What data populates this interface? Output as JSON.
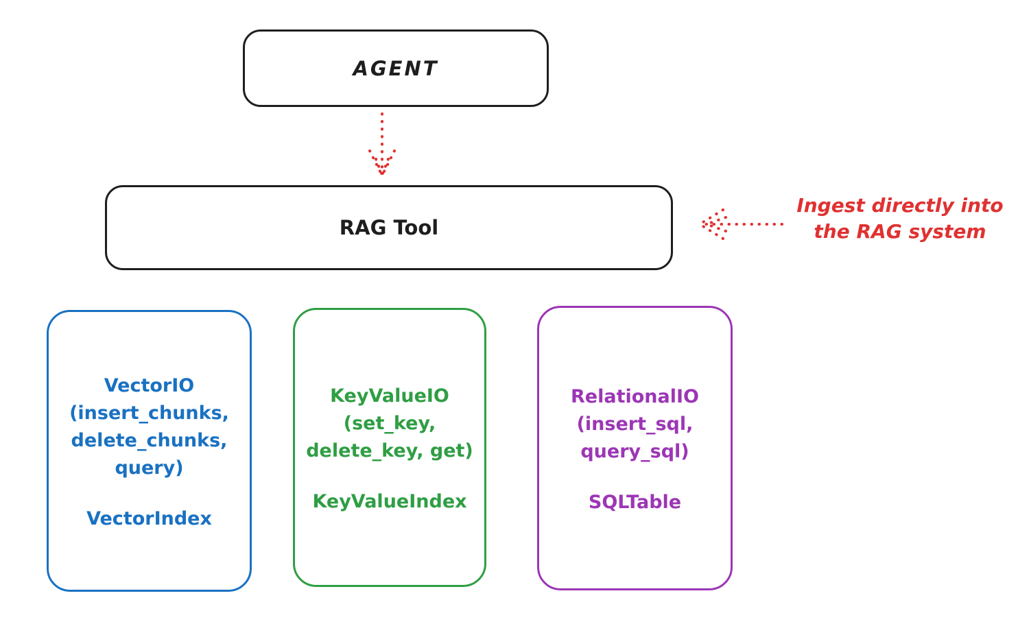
{
  "colors": {
    "ink": "#1e1e1e",
    "red": "#e03131",
    "blue": "#1971c2",
    "green": "#2f9e44",
    "purple": "#9c36b5",
    "background": "#ffffff"
  },
  "nodes": {
    "agent": {
      "label": "AGENT"
    },
    "rag_tool": {
      "label": "RAG Tool"
    }
  },
  "annotation": {
    "text": "Ingest directly into\nthe RAG system"
  },
  "io_boxes": [
    {
      "methods": "VectorIO\n(insert_chunks,\ndelete_chunks,\nquery)",
      "index": "VectorIndex",
      "color": "#1971c2"
    },
    {
      "methods": "KeyValueIO\n(set_key,\ndelete_key, get)",
      "index": "KeyValueIndex",
      "color": "#2f9e44"
    },
    {
      "methods": "RelationalIO\n(insert_sql,\nquery_sql)",
      "index": "SQLTable",
      "color": "#9c36b5"
    }
  ],
  "arrows": [
    {
      "name": "agent-to-rag-tool",
      "style": "dotted",
      "direction": "down",
      "color": "#e03131"
    },
    {
      "name": "annotation-to-rag-tool",
      "style": "dotted",
      "direction": "left",
      "color": "#e03131"
    }
  ]
}
